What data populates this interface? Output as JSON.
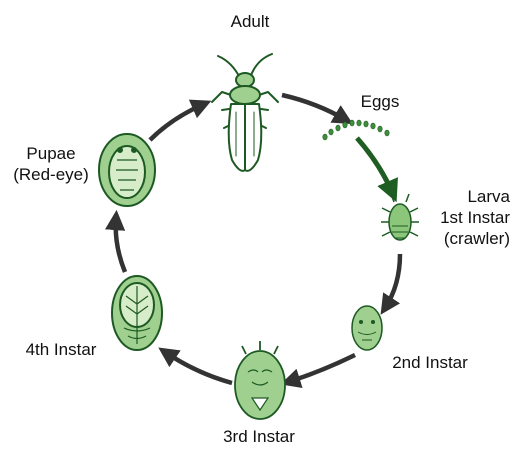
{
  "diagram": {
    "stages": {
      "adult": {
        "label": "Adult"
      },
      "eggs": {
        "label": "Eggs"
      },
      "larva": {
        "lines": [
          "Larva",
          "1st Instar",
          "(crawler)"
        ]
      },
      "second_instar": {
        "label": "2nd Instar"
      },
      "third_instar": {
        "label": "3rd Instar"
      },
      "fourth_instar": {
        "label": "4th Instar"
      },
      "pupae": {
        "lines": [
          "Pupae",
          "(Red-eye)"
        ]
      }
    },
    "colors": {
      "body_fill": "#9fd08f",
      "body_light": "#d7ecc8",
      "outline": "#1d5a23",
      "arrow_gray": "#333333",
      "arrow_green": "#1f5e22",
      "egg_green": "#3f8f3a"
    }
  }
}
